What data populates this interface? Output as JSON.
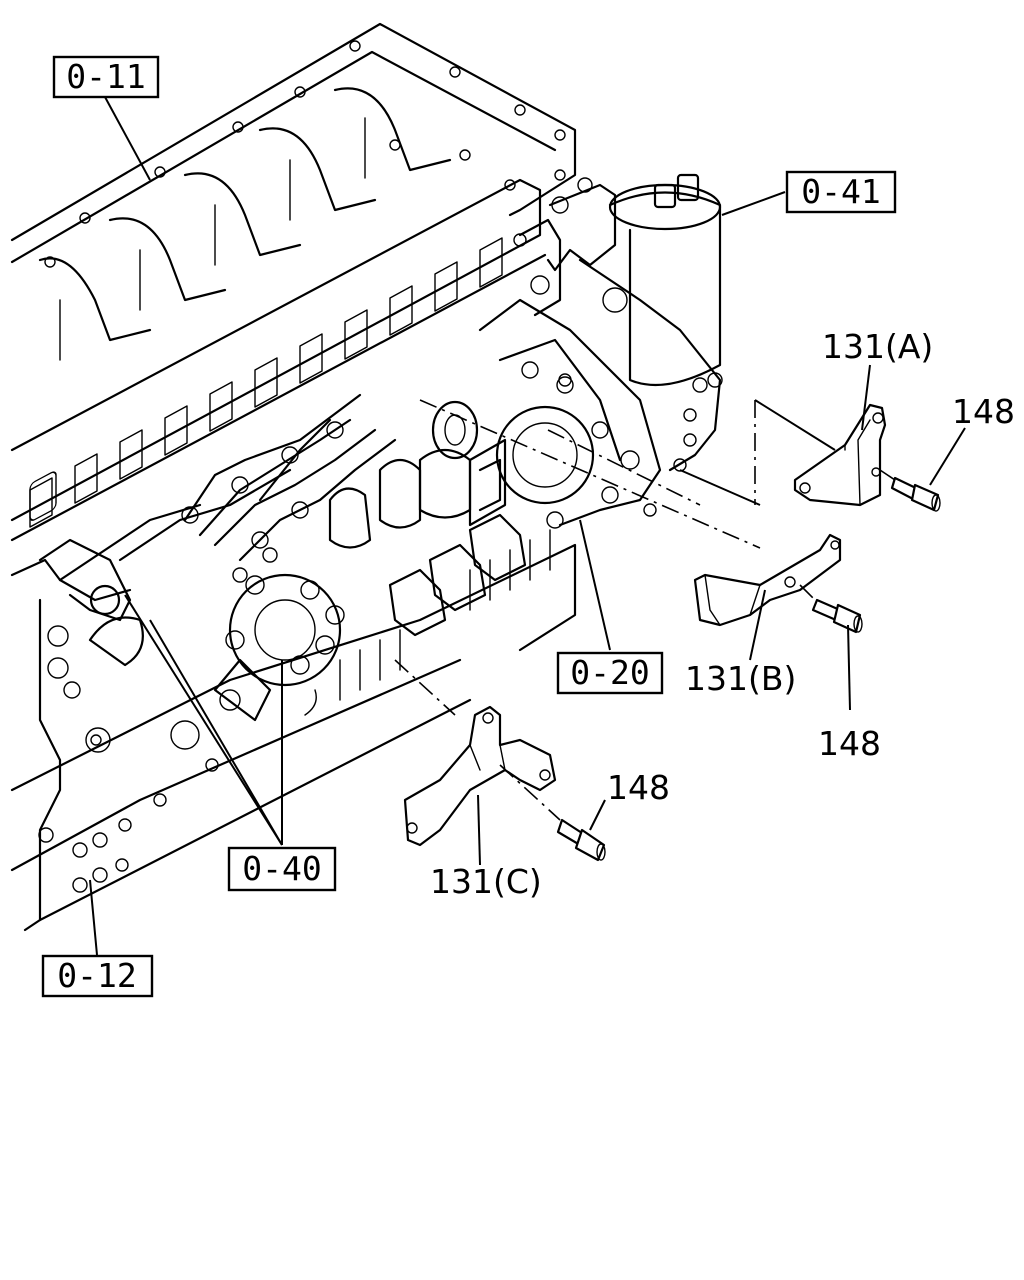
{
  "references": {
    "block": "0-11",
    "oil_filter": "0-41",
    "pump": "0-20",
    "fuel_system": "0-40",
    "lower_block": "0-12"
  },
  "parts": {
    "bracket_a": "131(A)",
    "bracket_b": "131(B)",
    "bracket_c": "131(C)",
    "bolt_a": "148",
    "bolt_b": "148",
    "bolt_c": "148"
  }
}
